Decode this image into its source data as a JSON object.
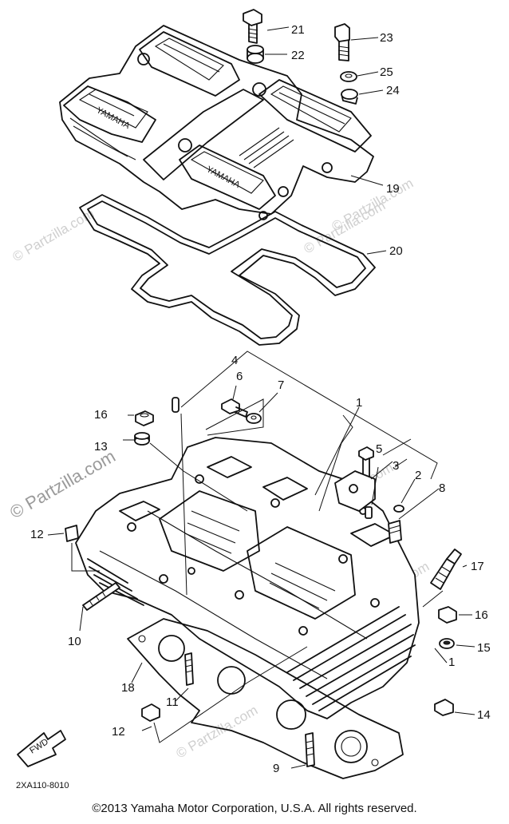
{
  "watermark": "© Partzilla.com",
  "diagram_code": "2XA110-8010",
  "copyright": "©2013  Yamaha Motor Corporation, U.S.A. All rights reserved.",
  "fwd_label": "FWD",
  "cover_badge_text": "YAMAHA",
  "callouts": {
    "c1": "1",
    "c1b": "1",
    "c2": "2",
    "c3": "3",
    "c4": "4",
    "c5": "5",
    "c6": "6",
    "c7": "7",
    "c8": "8",
    "c9": "9",
    "c10": "10",
    "c11": "11",
    "c12": "12",
    "c12b": "12",
    "c13": "13",
    "c14": "14",
    "c15": "15",
    "c16": "16",
    "c16b": "16",
    "c17": "17",
    "c18": "18",
    "c19": "19",
    "c20": "20",
    "c21": "21",
    "c22": "22",
    "c23": "23",
    "c24": "24",
    "c25": "25"
  }
}
